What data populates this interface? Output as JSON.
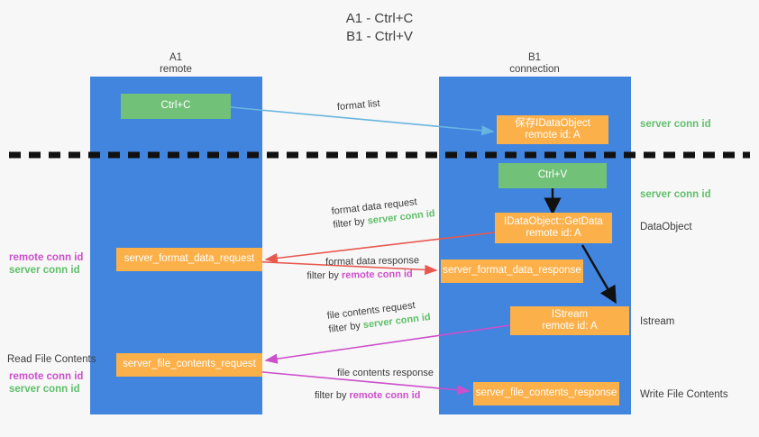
{
  "title": {
    "line1": "A1 - Ctrl+C",
    "line2": "B1 - Ctrl+V"
  },
  "columns": [
    {
      "name": "A1",
      "sub": "remote"
    },
    {
      "name": "B1",
      "sub": "connection"
    }
  ],
  "colors": {
    "lane": "#4285de",
    "green_box": "#72c178",
    "orange_box": "#fbb04a",
    "server_conn_id": "#5fbf6a",
    "remote_conn_id": "#cc4fcc",
    "arrow_blue": "#67b5e0",
    "arrow_red": "#e8584f",
    "arrow_magenta": "#cc4fcc",
    "arrow_black": "#000000",
    "background": "#f7f7f7"
  },
  "nodes": {
    "ctrl_c": "Ctrl+C",
    "ctrl_v": "Ctrl+V",
    "save_dataobject_l1": "保存IDataObject",
    "save_dataobject_l2": "remote id: A",
    "getdata_l1": "IDataObject::GetData",
    "getdata_l2": "remote id: A",
    "istream_l1": "IStream",
    "istream_l2": "remote id: A",
    "server_format_data_request": "server_format_data_request",
    "server_format_data_response": "server_format_data_response",
    "server_file_contents_request": "server_file_contents_request",
    "server_file_contents_response": "server_file_contents_response"
  },
  "edges": {
    "format_list": "format list",
    "format_data_request": "format data request",
    "format_data_request_filter_prefix": "filter by ",
    "format_data_request_filter_key": "server conn id",
    "format_data_response": "format data response",
    "format_data_response_filter_prefix": "filter by ",
    "format_data_response_filter_key": "remote conn id",
    "file_contents_request": "file contents request",
    "file_contents_request_filter_prefix": "filter by ",
    "file_contents_request_filter_key": "server conn id",
    "file_contents_response": "file contents response",
    "file_contents_response_filter_prefix": "filter by ",
    "file_contents_response_filter_key": "remote conn id"
  },
  "annotations": {
    "right_server_conn_id_top": "server conn id",
    "right_server_conn_id_mid": "server conn id",
    "right_dataobject": "DataObject",
    "right_istream": "Istream",
    "right_write_file_contents": "Write File Contents",
    "left_remote_conn_id_1": "remote conn id",
    "left_server_conn_id_1": "server conn id",
    "left_read_file_contents": "Read File Contents",
    "left_remote_conn_id_2": "remote conn id",
    "left_server_conn_id_2": "server conn id"
  }
}
